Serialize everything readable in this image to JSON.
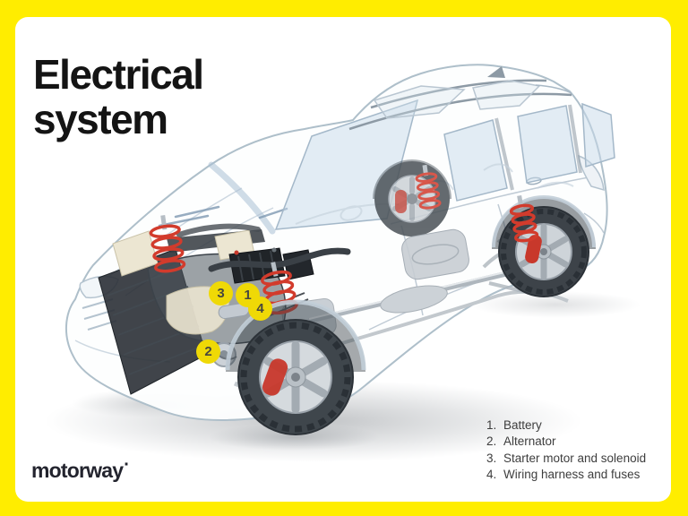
{
  "title": {
    "line1": "Electrical",
    "line2": "system"
  },
  "diagram": {
    "subject": "suv-electrical-system-cutaway",
    "markers": [
      {
        "number": "1",
        "component": "Battery"
      },
      {
        "number": "2",
        "component": "Alternator"
      },
      {
        "number": "3",
        "component": "Starter motor and solenoid"
      },
      {
        "number": "4",
        "component": "Wiring harness and fuses"
      }
    ]
  },
  "legend": {
    "items": [
      {
        "number": "1.",
        "label": "Battery"
      },
      {
        "number": "2.",
        "label": "Alternator"
      },
      {
        "number": "3.",
        "label": "Starter motor and solenoid"
      },
      {
        "number": "4.",
        "label": "Wiring harness and fuses"
      }
    ]
  },
  "footer": {
    "logo_text": "motorway",
    "logo_dot": "·"
  },
  "colors": {
    "frame_yellow": "#ffed00",
    "marker_yellow": "#efd906",
    "spring_red": "#c8382b",
    "tire_dark": "#3f464c",
    "glass_blue": "#c8daea",
    "title_text": "#141414",
    "legend_text": "#3d3d3d",
    "logo_text": "#23242e"
  }
}
